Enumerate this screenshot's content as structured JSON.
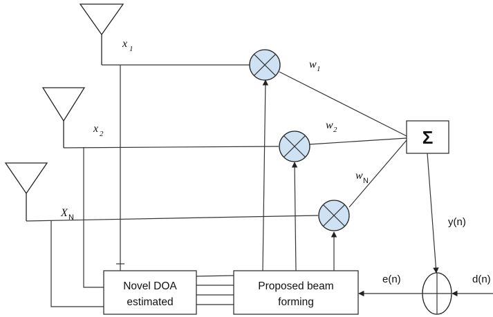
{
  "signals": {
    "x1": {
      "base": "x",
      "sub": "1"
    },
    "x2": {
      "base": "x",
      "sub": "2"
    },
    "xN": {
      "base": "X",
      "sub": "N"
    }
  },
  "weights": {
    "w1": {
      "base": "w",
      "sub": "1"
    },
    "w2": {
      "base": "w",
      "sub": "2"
    },
    "wN": {
      "base": "w",
      "sub": "N"
    }
  },
  "summer": {
    "symbol": "Σ"
  },
  "outputs": {
    "y": "y(n)",
    "e": "e(n)",
    "d": "d(n)"
  },
  "blocks": {
    "doa": {
      "line1": "Novel DOA",
      "line2": "estimated"
    },
    "beam": {
      "line1": "Proposed beam",
      "line2": "forming"
    }
  }
}
